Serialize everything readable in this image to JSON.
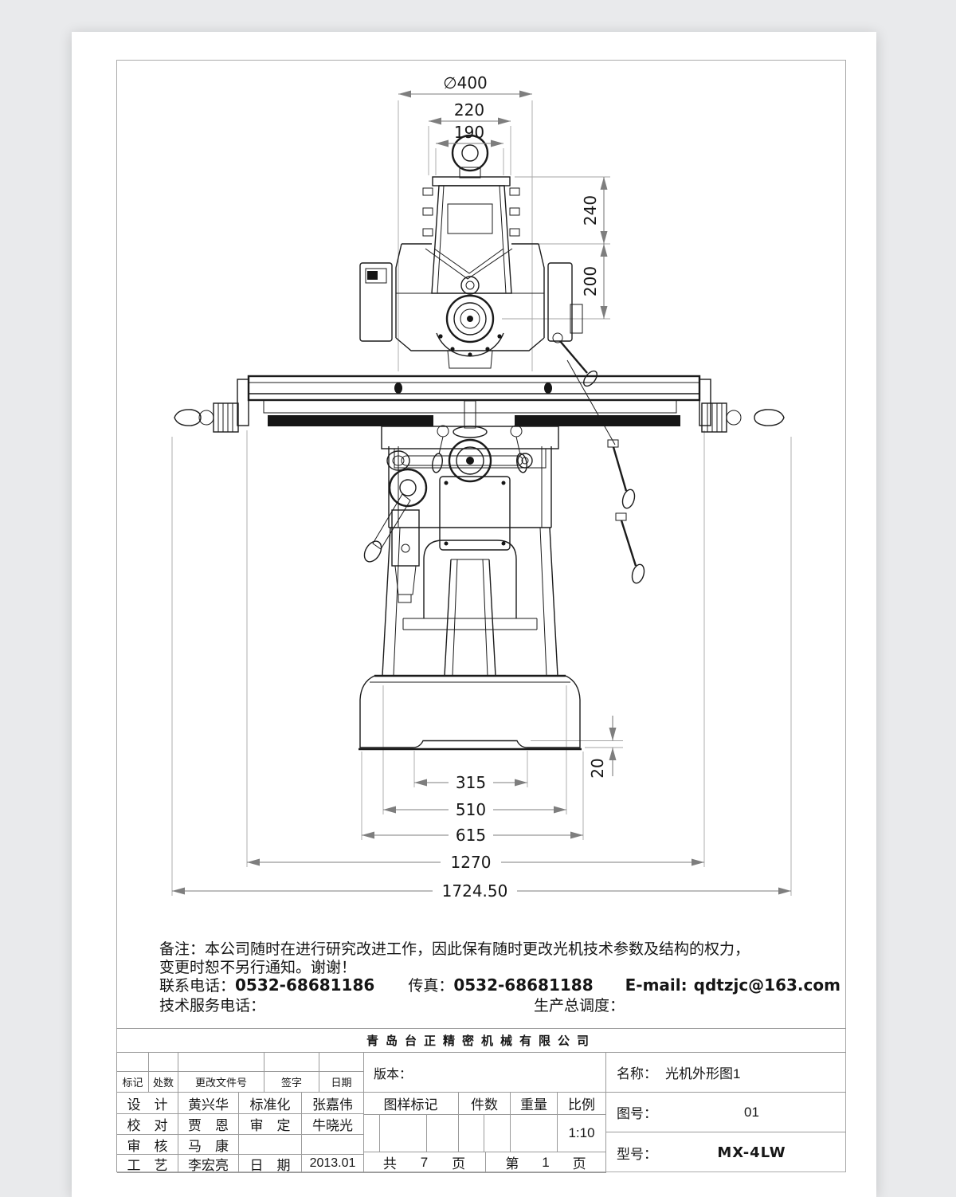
{
  "dims": {
    "dia": "∅400",
    "w220": "220",
    "w190": "190",
    "h240": "240",
    "h200": "200",
    "h20": "20",
    "w315": "315",
    "w510": "510",
    "w615": "615",
    "w1270": "1270",
    "w1724": "1724.50"
  },
  "notes": {
    "remark1": "备注：本公司随时在进行研究改进工作，因此保有随时更改光机技术参数及结构的权力，",
    "remark2": "变更时恕不另行通知。谢谢！",
    "tel_label": "联系电话：",
    "tel": "0532-68681186",
    "fax_label": "传真：",
    "fax": "0532-68681188",
    "email_label": "E-mail:",
    "email": "qdtzjc@163.com",
    "service_label": "技术服务电话：",
    "dispatch_label": "生产总调度："
  },
  "titleblock": {
    "company": "青岛台正精密机械有限公司",
    "rev_row": {
      "c1": "标记",
      "c2": "处数",
      "c3": "更改文件号",
      "c4": "签字",
      "c5": "日期"
    },
    "r1": {
      "a": "设　计",
      "b": "黄兴华",
      "c": "标准化",
      "d": "张嘉伟"
    },
    "r2": {
      "a": "校　对",
      "b": "贾　恩",
      "c": "审　定",
      "d": "牛晓光"
    },
    "r3": {
      "a": "审　核",
      "b": "马　康",
      "c": "",
      "d": ""
    },
    "r4": {
      "a": "工　艺",
      "b": "李宏亮",
      "c": "日　期",
      "d": "2013.01"
    },
    "version": "版本：",
    "mark": "图样标记",
    "qty": "件数",
    "weight": "重量",
    "scale": "比例",
    "scale_val": "1:10",
    "total": {
      "p": "共",
      "n": "7",
      "s": "页"
    },
    "page": {
      "p": "第",
      "n": "1",
      "s": "页"
    },
    "name_label": "名称：",
    "name": "光机外形图1",
    "fig_label": "图号：",
    "fig": "01",
    "model_label": "型号：",
    "model": "MX-4LW"
  }
}
